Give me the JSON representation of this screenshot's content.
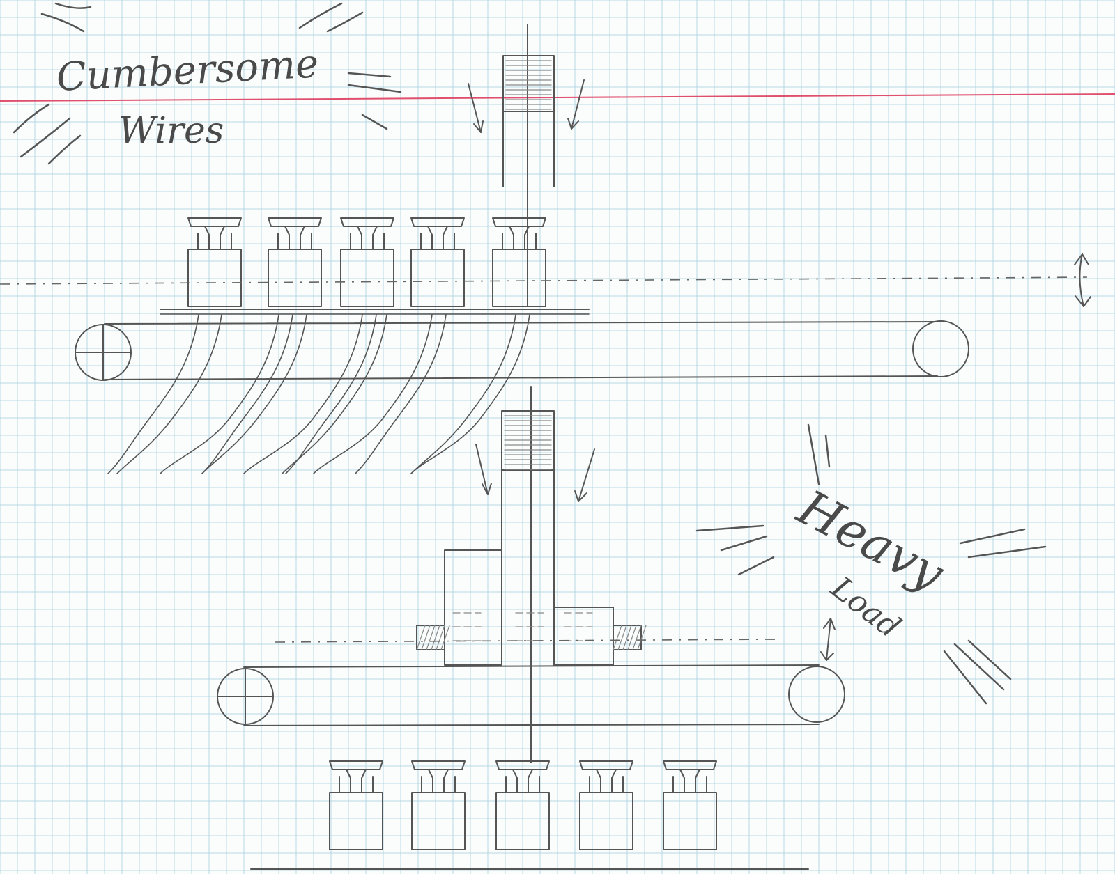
{
  "labels": {
    "top_left_line1": "Cumbersome",
    "top_left_line2": "Wires",
    "right_word1": "Heavy",
    "right_word2": "Load"
  },
  "colors": {
    "paper": "#fbfdfd",
    "grid": "#b7d7e3",
    "margin_line": "#e0506e",
    "pencil": "#555555"
  }
}
